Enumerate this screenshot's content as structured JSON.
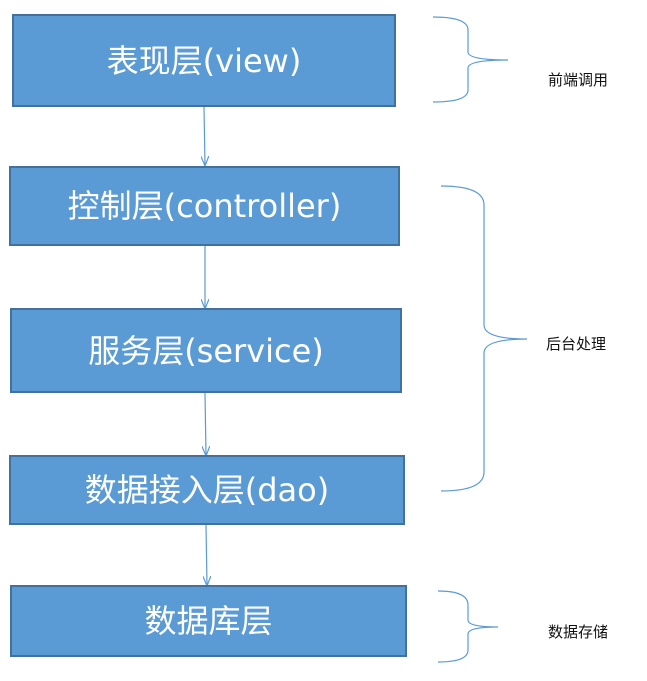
{
  "colors": {
    "box_fill": "#5b9bd5",
    "box_border": "#41719c",
    "box_text": "#ffffff",
    "connector": "#5b9bd5"
  },
  "layers": [
    {
      "label": "表现层(view)"
    },
    {
      "label": "控制层(controller)"
    },
    {
      "label": "服务层(service)"
    },
    {
      "label": "数据接入层(dao)"
    },
    {
      "label": "数据库层"
    }
  ],
  "groups": [
    {
      "label": "前端调用"
    },
    {
      "label": "后台处理"
    },
    {
      "label": "数据存储"
    }
  ]
}
